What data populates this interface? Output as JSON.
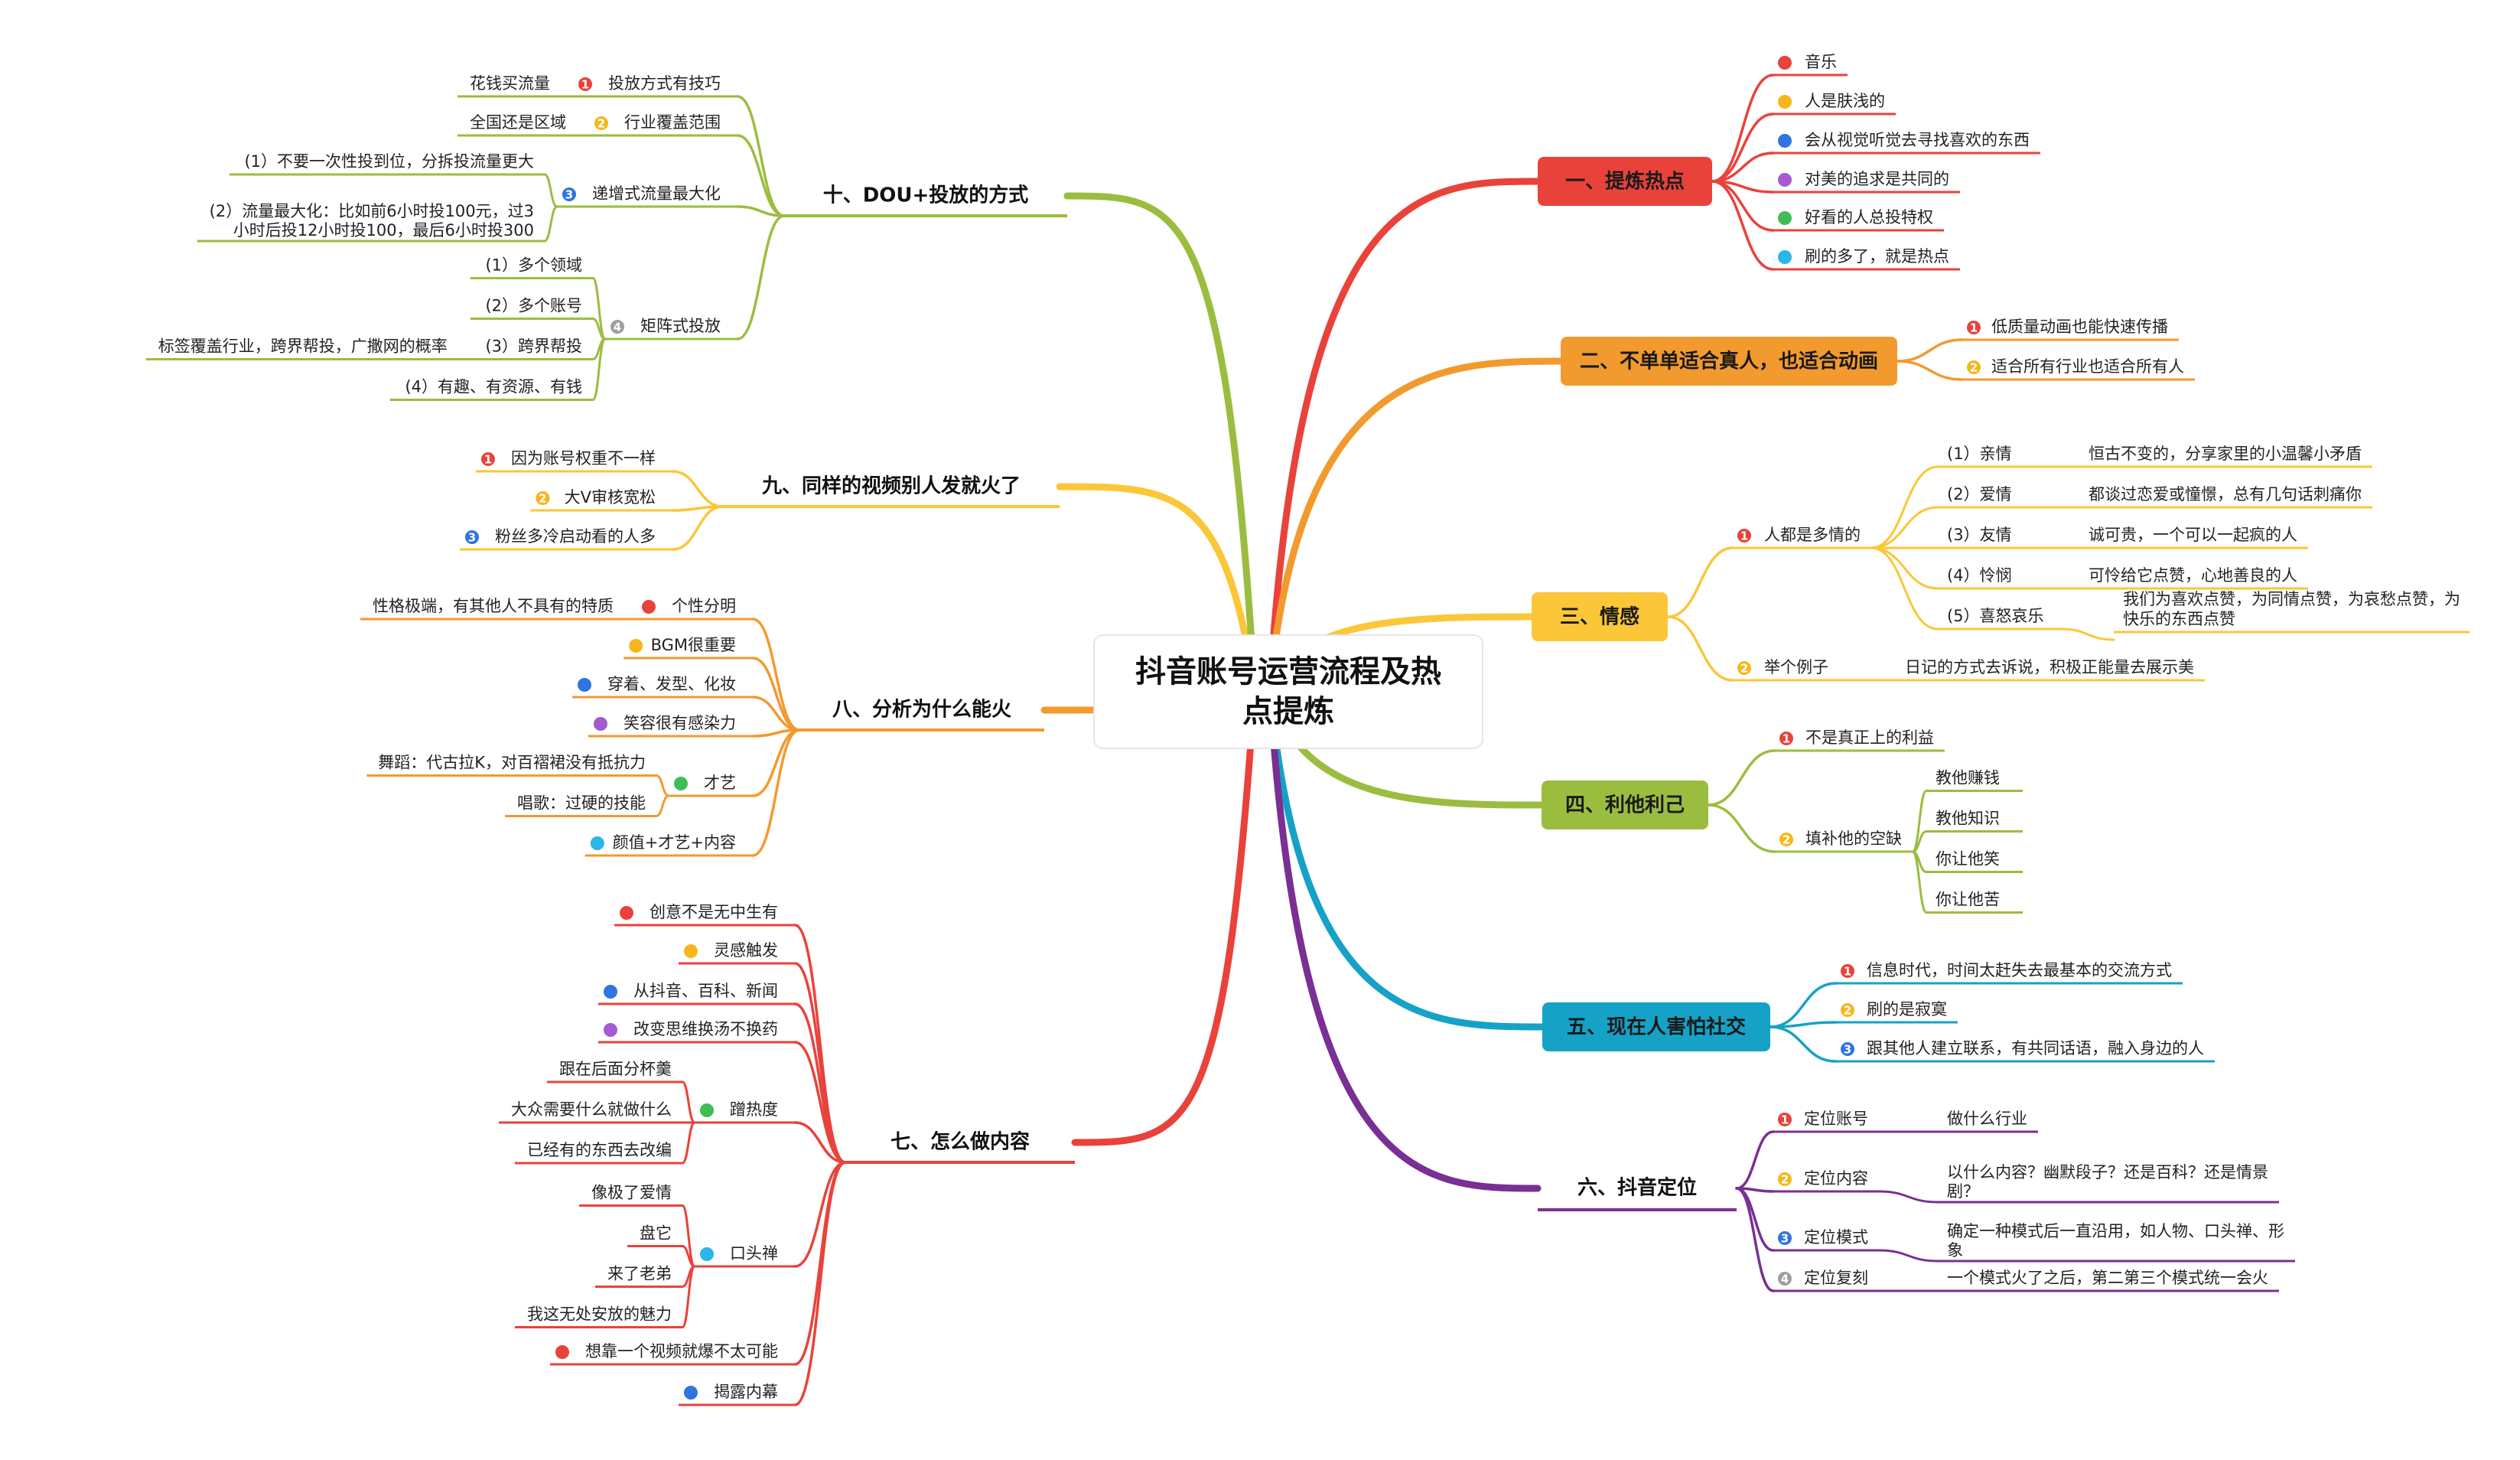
{
  "root": {
    "title_line1": "抖音账号运营流程及热",
    "title_line2": "点提炼"
  },
  "colors": {
    "red": "#e9423b",
    "orange": "#f29a2e",
    "yellow": "#fbc638",
    "green": "#9bbd3f",
    "cyan": "#16a2c7",
    "purple": "#7a2f94",
    "dot_yellow": "#f7b61a",
    "dot_blue": "#2f74e0",
    "dot_purple": "#a45ad0",
    "dot_green": "#3fbd55",
    "dot_cyan": "#29b6e8",
    "dot_gray": "#9e9e9e"
  },
  "branches": [
    {
      "id": "b1",
      "label": "一、提炼热点",
      "items": [
        {
          "label": "音乐",
          "marker": {
            "kind": "dot",
            "color": "red"
          }
        },
        {
          "label": "人是肤浅的",
          "marker": {
            "kind": "dot",
            "color": "dot_yellow"
          }
        },
        {
          "label": "会从视觉听觉去寻找喜欢的东西",
          "marker": {
            "kind": "dot",
            "color": "dot_blue"
          }
        },
        {
          "label": "对美的追求是共同的",
          "marker": {
            "kind": "dot",
            "color": "dot_purple"
          }
        },
        {
          "label": "好看的人总投特权",
          "marker": {
            "kind": "dot",
            "color": "dot_green"
          }
        },
        {
          "label": "刷的多了，就是热点",
          "marker": {
            "kind": "dot",
            "color": "dot_cyan"
          }
        }
      ]
    },
    {
      "id": "b2",
      "label": "二、不单单适合真人，也适合动画",
      "items": [
        {
          "label": "低质量动画也能快速传播",
          "marker": {
            "kind": "num",
            "num": "1",
            "color": "red"
          }
        },
        {
          "label": "适合所有行业也适合所有人",
          "marker": {
            "kind": "num",
            "num": "2",
            "color": "dot_yellow"
          }
        }
      ]
    },
    {
      "id": "b3",
      "label": "三、情感",
      "items": [
        {
          "label": "人都是多情的",
          "marker": {
            "kind": "num",
            "num": "1",
            "color": "red"
          },
          "children": [
            {
              "label": "(1）亲情",
              "children": [
                {
                  "label": "恒古不变的，分享家里的小温馨小矛盾"
                }
              ]
            },
            {
              "label": "(2）爱情",
              "children": [
                {
                  "label": "都谈过恋爱或憧憬，总有几句话刺痛你"
                }
              ]
            },
            {
              "label": "(3）友情",
              "children": [
                {
                  "label": "诚可贵，一个可以一起疯的人"
                }
              ]
            },
            {
              "label": "(4）怜悯",
              "children": [
                {
                  "label": "可怜给它点赞，心地善良的人"
                }
              ]
            },
            {
              "label": "(5）喜怒哀乐",
              "children": [
                {
                  "label_line1": "我们为喜欢点赞，为同情点赞，为哀愁点赞，为",
                  "label_line2": "快乐的东西点赞"
                }
              ]
            }
          ]
        },
        {
          "label": "举个例子",
          "marker": {
            "kind": "num",
            "num": "2",
            "color": "dot_yellow"
          },
          "children": [
            {
              "label": "日记的方式去诉说，积极正能量去展示美"
            }
          ]
        }
      ]
    },
    {
      "id": "b4",
      "label": "四、利他利己",
      "items": [
        {
          "label": "不是真正上的利益",
          "marker": {
            "kind": "num",
            "num": "1",
            "color": "red"
          }
        },
        {
          "label": "填补他的空缺",
          "marker": {
            "kind": "num",
            "num": "2",
            "color": "dot_yellow"
          },
          "children": [
            {
              "label": "教他赚钱"
            },
            {
              "label": "教他知识"
            },
            {
              "label": "你让他笑"
            },
            {
              "label": "你让他苦"
            }
          ]
        }
      ]
    },
    {
      "id": "b5",
      "label": "五、现在人害怕社交",
      "items": [
        {
          "label": "信息时代，时间太赶失去最基本的交流方式",
          "marker": {
            "kind": "num",
            "num": "1",
            "color": "red"
          }
        },
        {
          "label": "刷的是寂寞",
          "marker": {
            "kind": "num",
            "num": "2",
            "color": "dot_yellow"
          }
        },
        {
          "label": "跟其他人建立联系，有共同话语，融入身边的人",
          "marker": {
            "kind": "num",
            "num": "3",
            "color": "dot_blue"
          }
        }
      ]
    },
    {
      "id": "b6",
      "label": "六、抖音定位",
      "items": [
        {
          "label": "定位账号",
          "marker": {
            "kind": "num",
            "num": "1",
            "color": "red"
          },
          "children": [
            {
              "label": "做什么行业"
            }
          ]
        },
        {
          "label": "定位内容",
          "marker": {
            "kind": "num",
            "num": "2",
            "color": "dot_yellow"
          },
          "children": [
            {
              "label_line1": "以什么内容？幽默段子？还是百科？还是情景",
              "label_line2": "剧？"
            }
          ]
        },
        {
          "label": "定位模式",
          "marker": {
            "kind": "num",
            "num": "3",
            "color": "dot_blue"
          },
          "children": [
            {
              "label_line1": "确定一种模式后一直沿用，如人物、口头禅、形",
              "label_line2": "象"
            }
          ]
        },
        {
          "label": "定位复刻",
          "marker": {
            "kind": "num",
            "num": "4",
            "color": "dot_gray"
          },
          "children": [
            {
              "label": "一个模式火了之后，第二第三个模式统一会火"
            }
          ]
        }
      ]
    },
    {
      "id": "b7",
      "label": "七、怎么做内容",
      "items": [
        {
          "label": "创意不是无中生有",
          "marker": {
            "kind": "dot",
            "color": "red"
          }
        },
        {
          "label": "灵感触发",
          "marker": {
            "kind": "dot",
            "color": "dot_yellow"
          }
        },
        {
          "label": "从抖音、百科、新闻",
          "marker": {
            "kind": "dot",
            "color": "dot_blue"
          }
        },
        {
          "label": "改变思维换汤不换药",
          "marker": {
            "kind": "dot",
            "color": "dot_purple"
          }
        },
        {
          "label": "蹭热度",
          "marker": {
            "kind": "dot",
            "color": "dot_green"
          },
          "children": [
            {
              "label": "跟在后面分杯羹"
            },
            {
              "label": "大众需要什么就做什么"
            },
            {
              "label": "已经有的东西去改编"
            }
          ]
        },
        {
          "label": "口头禅",
          "marker": {
            "kind": "dot",
            "color": "dot_cyan"
          },
          "children": [
            {
              "label": "像极了爱情"
            },
            {
              "label": "盘它"
            },
            {
              "label": "来了老弟"
            },
            {
              "label": "我这无处安放的魅力"
            }
          ]
        },
        {
          "label": "想靠一个视频就爆不太可能",
          "marker": {
            "kind": "dot",
            "color": "red"
          }
        },
        {
          "label": "揭露内幕",
          "marker": {
            "kind": "dot",
            "color": "dot_blue"
          }
        }
      ]
    },
    {
      "id": "b8",
      "label": "八、分析为什么能火",
      "items": [
        {
          "label": "个性分明",
          "marker": {
            "kind": "dot",
            "color": "red"
          },
          "children": [
            {
              "label": "性格极端，有其他人不具有的特质"
            }
          ]
        },
        {
          "label": "BGM很重要",
          "marker": {
            "kind": "dot",
            "color": "dot_yellow"
          }
        },
        {
          "label": "穿着、发型、化妆",
          "marker": {
            "kind": "dot",
            "color": "dot_blue"
          }
        },
        {
          "label": "笑容很有感染力",
          "marker": {
            "kind": "dot",
            "color": "dot_purple"
          }
        },
        {
          "label": "才艺",
          "marker": {
            "kind": "dot",
            "color": "dot_green"
          },
          "children": [
            {
              "label": "舞蹈：代古拉K，对百褶裙没有抵抗力"
            },
            {
              "label": "唱歌：过硬的技能"
            }
          ]
        },
        {
          "label": "颜值+才艺+内容",
          "marker": {
            "kind": "dot",
            "color": "dot_cyan"
          }
        }
      ]
    },
    {
      "id": "b9",
      "label": "九、同样的视频别人发就火了",
      "items": [
        {
          "label": "因为账号权重不一样",
          "marker": {
            "kind": "num",
            "num": "1",
            "color": "red"
          }
        },
        {
          "label": "大V审核宽松",
          "marker": {
            "kind": "num",
            "num": "2",
            "color": "dot_yellow"
          }
        },
        {
          "label": "粉丝多冷启动看的人多",
          "marker": {
            "kind": "num",
            "num": "3",
            "color": "dot_blue"
          }
        }
      ]
    },
    {
      "id": "b10",
      "label": "十、DOU+投放的方式",
      "items": [
        {
          "label": "投放方式有技巧",
          "marker": {
            "kind": "num",
            "num": "1",
            "color": "red"
          },
          "children": [
            {
              "label": "花钱买流量"
            }
          ]
        },
        {
          "label": "行业覆盖范围",
          "marker": {
            "kind": "num",
            "num": "2",
            "color": "dot_yellow"
          },
          "children": [
            {
              "label": "全国还是区域"
            }
          ]
        },
        {
          "label": "递增式流量最大化",
          "marker": {
            "kind": "num",
            "num": "3",
            "color": "dot_blue"
          },
          "children": [
            {
              "label": "(1）不要一次性投到位，分拆投流量更大"
            },
            {
              "label_line1": "(2）流量最大化：比如前6小时投100元，过3",
              "label_line2": "小时后投12小时投100，最后6小时投300"
            }
          ]
        },
        {
          "label": "矩阵式投放",
          "marker": {
            "kind": "num",
            "num": "4",
            "color": "dot_gray"
          },
          "children": [
            {
              "label": "(1）多个领域"
            },
            {
              "label": "(2）多个账号"
            },
            {
              "label": "(3）跨界帮投",
              "children": [
                {
                  "label": "标签覆盖行业，跨界帮投，广撒网的概率"
                }
              ]
            },
            {
              "label": "(4）有趣、有资源、有钱"
            }
          ]
        }
      ]
    }
  ]
}
